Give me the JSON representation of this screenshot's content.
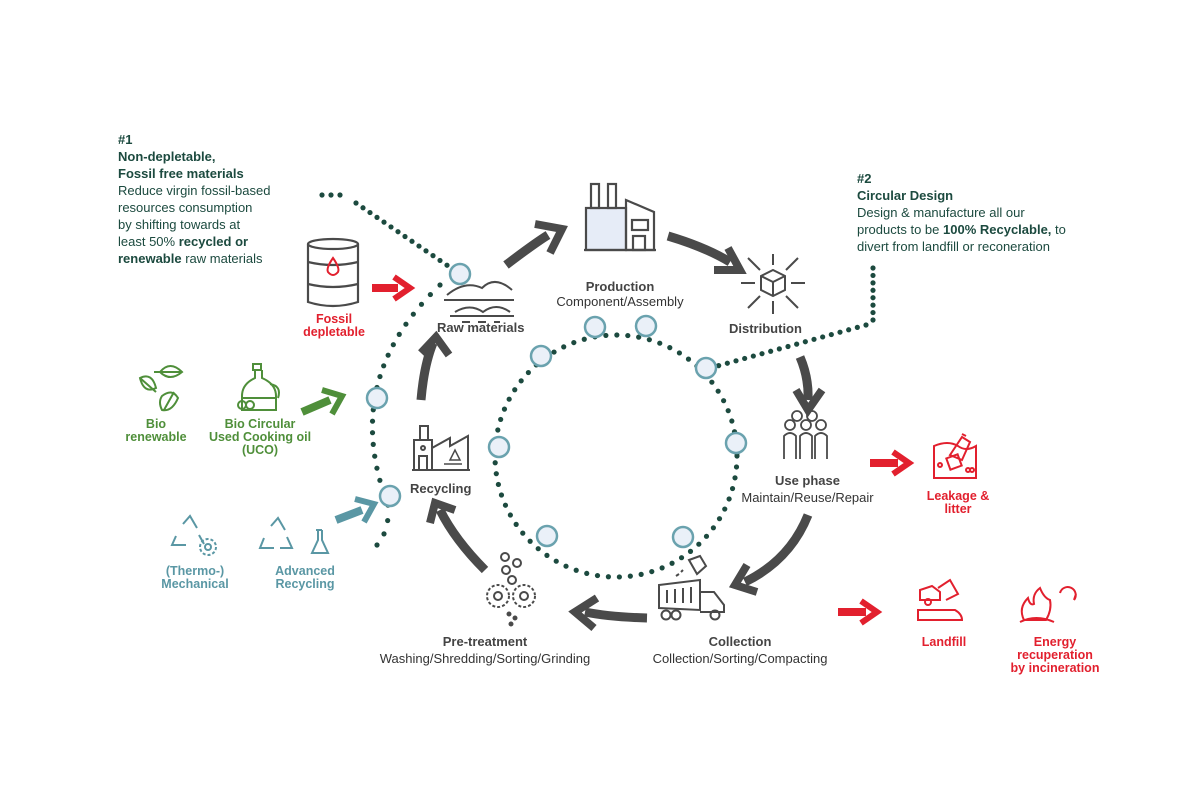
{
  "colors": {
    "dark_green": "#1c4a3f",
    "arrow_gray": "#4a4a4a",
    "red": "#e2202e",
    "green": "#4f8f3a",
    "teal": "#5a97a4",
    "node_fill": "#eaf0f8",
    "node_stroke": "#6aa2ae"
  },
  "goal1": {
    "number": "#1",
    "title_line1": "Non-depletable,",
    "title_line2": "Fossil free materials",
    "line1": "Reduce virgin fossil-based",
    "line2": "resources consumption",
    "line3": "by shifting towards at",
    "line4_pre": "least 50% ",
    "line4_bold": "recycled or",
    "line5_bold": "renewable",
    "line5_post": " raw materials"
  },
  "goal2": {
    "number": "#2",
    "title": "Circular Design",
    "line1": "Design & manufacture all our",
    "line2_pre": "products to be ",
    "line2_bold": "100% Recyclable,",
    "line2_post": " to",
    "line3": "divert from landfill or reconeration"
  },
  "stages": {
    "raw_materials": {
      "title": "Raw materials",
      "icon": "sand-piles-icon"
    },
    "production": {
      "title": "Production",
      "subtitle": "Component/Assembly",
      "icon": "factory-icon"
    },
    "distribution": {
      "title": "Distribution",
      "icon": "box-arrows-icon"
    },
    "use_phase": {
      "title": "Use phase",
      "subtitle": "Maintain/Reuse/Repair",
      "icon": "people-icon"
    },
    "collection": {
      "title": "Collection",
      "subtitle": "Collection/Sorting/Compacting",
      "icon": "garbage-truck-icon"
    },
    "pre_treatment": {
      "title": "Pre-treatment",
      "subtitle": "Washing/Shredding/Sorting/Grinding",
      "icon": "gears-icon"
    },
    "recycling": {
      "title": "Recycling",
      "icon": "recycling-plant-icon"
    }
  },
  "inputs": {
    "fossil": {
      "line1": "Fossil",
      "line2": "depletable",
      "icon": "oil-barrel-icon"
    },
    "bio_renewable": {
      "line1": "Bio",
      "line2": "renewable",
      "icon": "leaves-icon"
    },
    "bio_circular": {
      "line1": "Bio Circular",
      "line2": "Used Cooking oil",
      "line3": "(UCO)",
      "icon": "oil-bottle-icon"
    },
    "mechanical": {
      "line1": "(Thermo-)",
      "line2": "Mechanical",
      "icon": "recycle-gear-icon"
    },
    "advanced": {
      "line1": "Advanced",
      "line2": "Recycling",
      "icon": "recycle-flask-icon"
    }
  },
  "outputs": {
    "leakage": {
      "line1": "Leakage &",
      "line2": "litter",
      "icon": "litter-icon"
    },
    "landfill": {
      "line1": "Landfill",
      "icon": "dump-truck-icon"
    },
    "energy": {
      "line1": "Energy",
      "line2": "recuperation",
      "line3": "by incineration",
      "icon": "fire-icon"
    }
  }
}
